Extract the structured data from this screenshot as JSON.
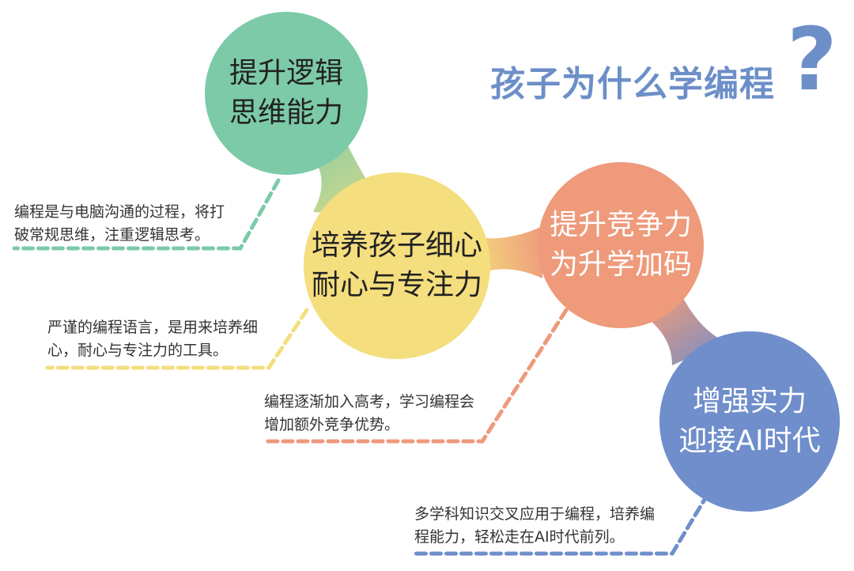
{
  "title": {
    "text": "孩子为什么学编程",
    "mark": "?"
  },
  "steps": [
    {
      "line1": "提升逻辑",
      "line2": "思维能力",
      "note1": "编程是与电脑沟通的过程，将打",
      "note2": "破常规思维，注重逻辑思考。",
      "color": "#7ccaa8"
    },
    {
      "line1": "培养孩子细心",
      "line2": "耐心与专注力",
      "note1": "严谨的编程语言，是用来培养细",
      "note2": "心，耐心与专注力的工具。",
      "color": "#f4de7e"
    },
    {
      "line1": "提升竞争力",
      "line2": "为升学加码",
      "note1": "编程逐渐加入高考，学习编程会",
      "note2": "增加额外竞争优势。",
      "color": "#ee9a7b"
    },
    {
      "line1": "增强实力",
      "line2": "迎接AI时代",
      "note1": "多学科知识交叉应用于编程，培养编",
      "note2": "程能力，轻松走在AI时代前列。",
      "color": "#6f8ecb"
    }
  ]
}
